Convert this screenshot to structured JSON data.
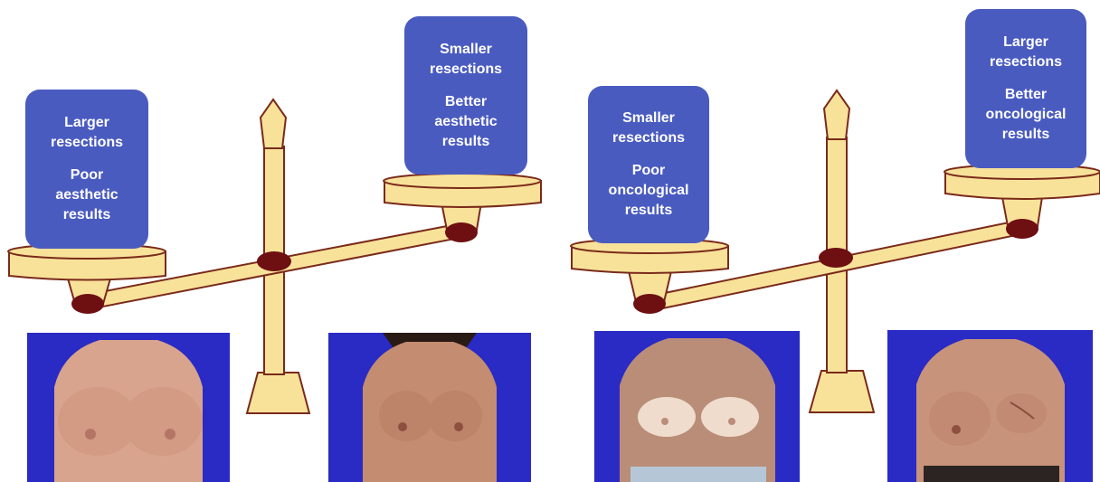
{
  "panels": [
    {
      "left_box": {
        "line1": "Larger",
        "line2": "resections",
        "line3": "Poor",
        "line4": "aesthetic",
        "line5": "results"
      },
      "right_box": {
        "line1": "Smaller",
        "line2": "resections",
        "line3": "Better",
        "line4": "aesthetic",
        "line5": "results"
      }
    },
    {
      "left_box": {
        "line1": "Smaller",
        "line2": "resections",
        "line3": "Poor",
        "line4": "oncological",
        "line5": "results"
      },
      "right_box": {
        "line1": "Larger",
        "line2": "resections",
        "line3": "Better",
        "line4": "oncological",
        "line5": "results"
      }
    }
  ],
  "colors": {
    "box": "#4a5bc0",
    "scale_fill": "#f8e29a",
    "scale_stroke": "#7a2a1a",
    "joint": "#6e0f12",
    "photo_bg": "#2a2ac4",
    "skin": "#d9a48e"
  }
}
